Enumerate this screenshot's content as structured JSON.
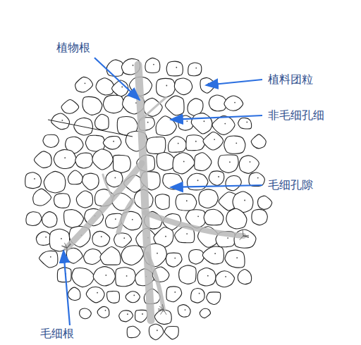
{
  "diagram": {
    "labels": [
      "植物根",
      "植料团粒",
      "非毛细孔细",
      "毛细孔隙",
      "毛细根"
    ]
  }
}
